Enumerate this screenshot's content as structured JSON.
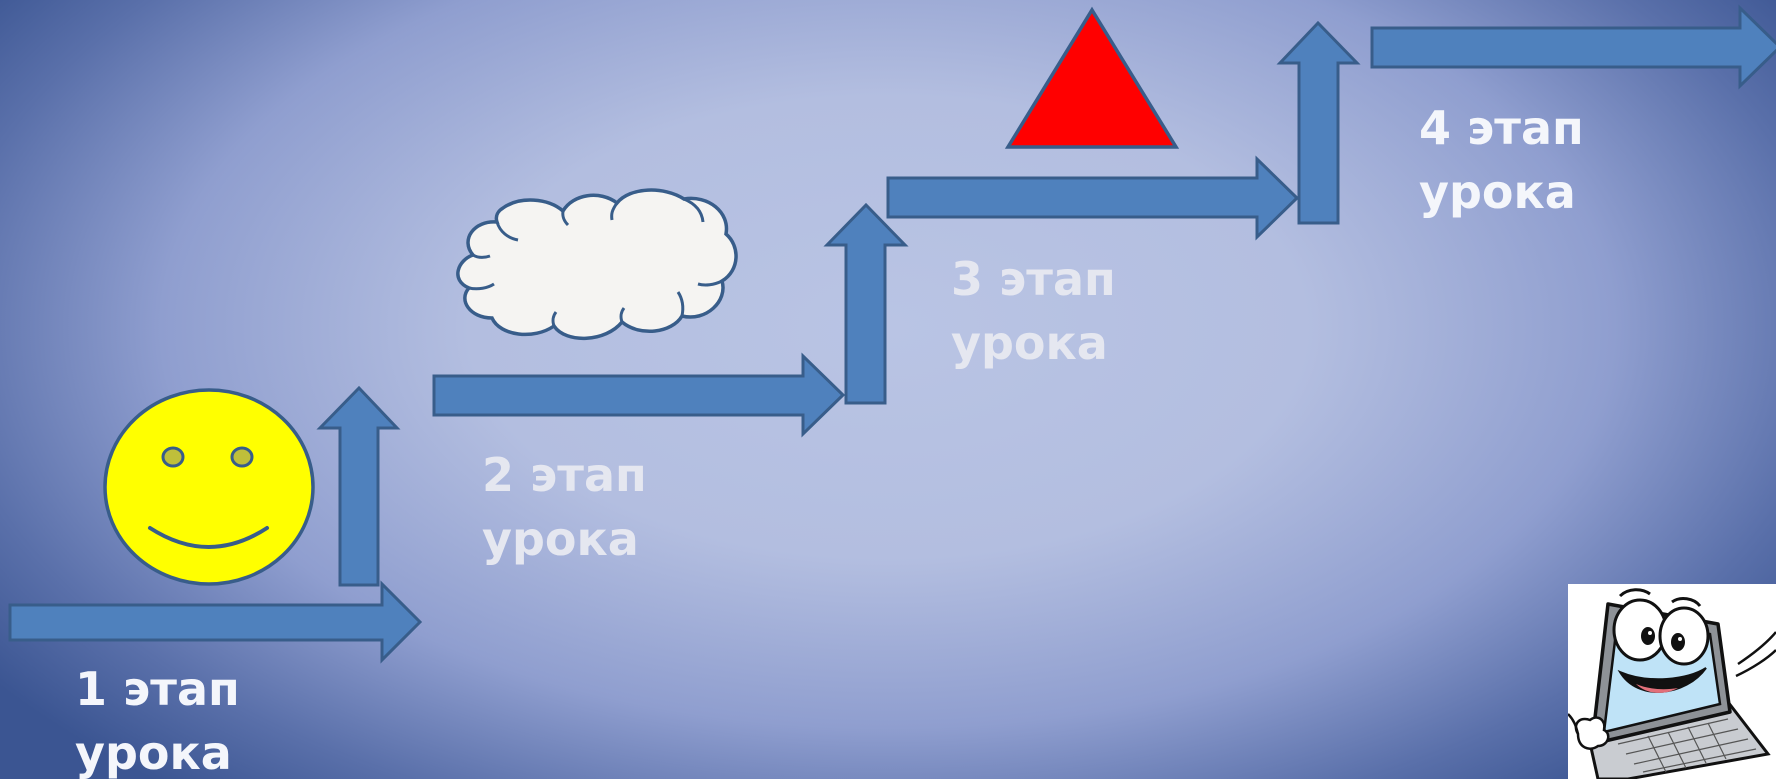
{
  "slide": {
    "background_color": "#b3bee0",
    "arrow_color": "#4f81bd",
    "arrow_outline_color": "#385d8a"
  },
  "stages": [
    {
      "number_text": "1 этап",
      "word_text": "урока",
      "icon": "smiley-face-icon",
      "icon_color": "#ffff00"
    },
    {
      "number_text": "2 этап",
      "word_text": "урока",
      "icon": "cloud-icon",
      "icon_color": "#f5f4f2"
    },
    {
      "number_text": "3 этап",
      "word_text": "урока",
      "icon": "triangle-icon",
      "icon_color": "#ff0000"
    },
    {
      "number_text": "4 этап",
      "word_text": "урока",
      "icon": "none",
      "icon_color": ""
    }
  ],
  "mascot": {
    "icon": "cartoon-laptop-icon",
    "screen_color": "#bfe3f7"
  }
}
